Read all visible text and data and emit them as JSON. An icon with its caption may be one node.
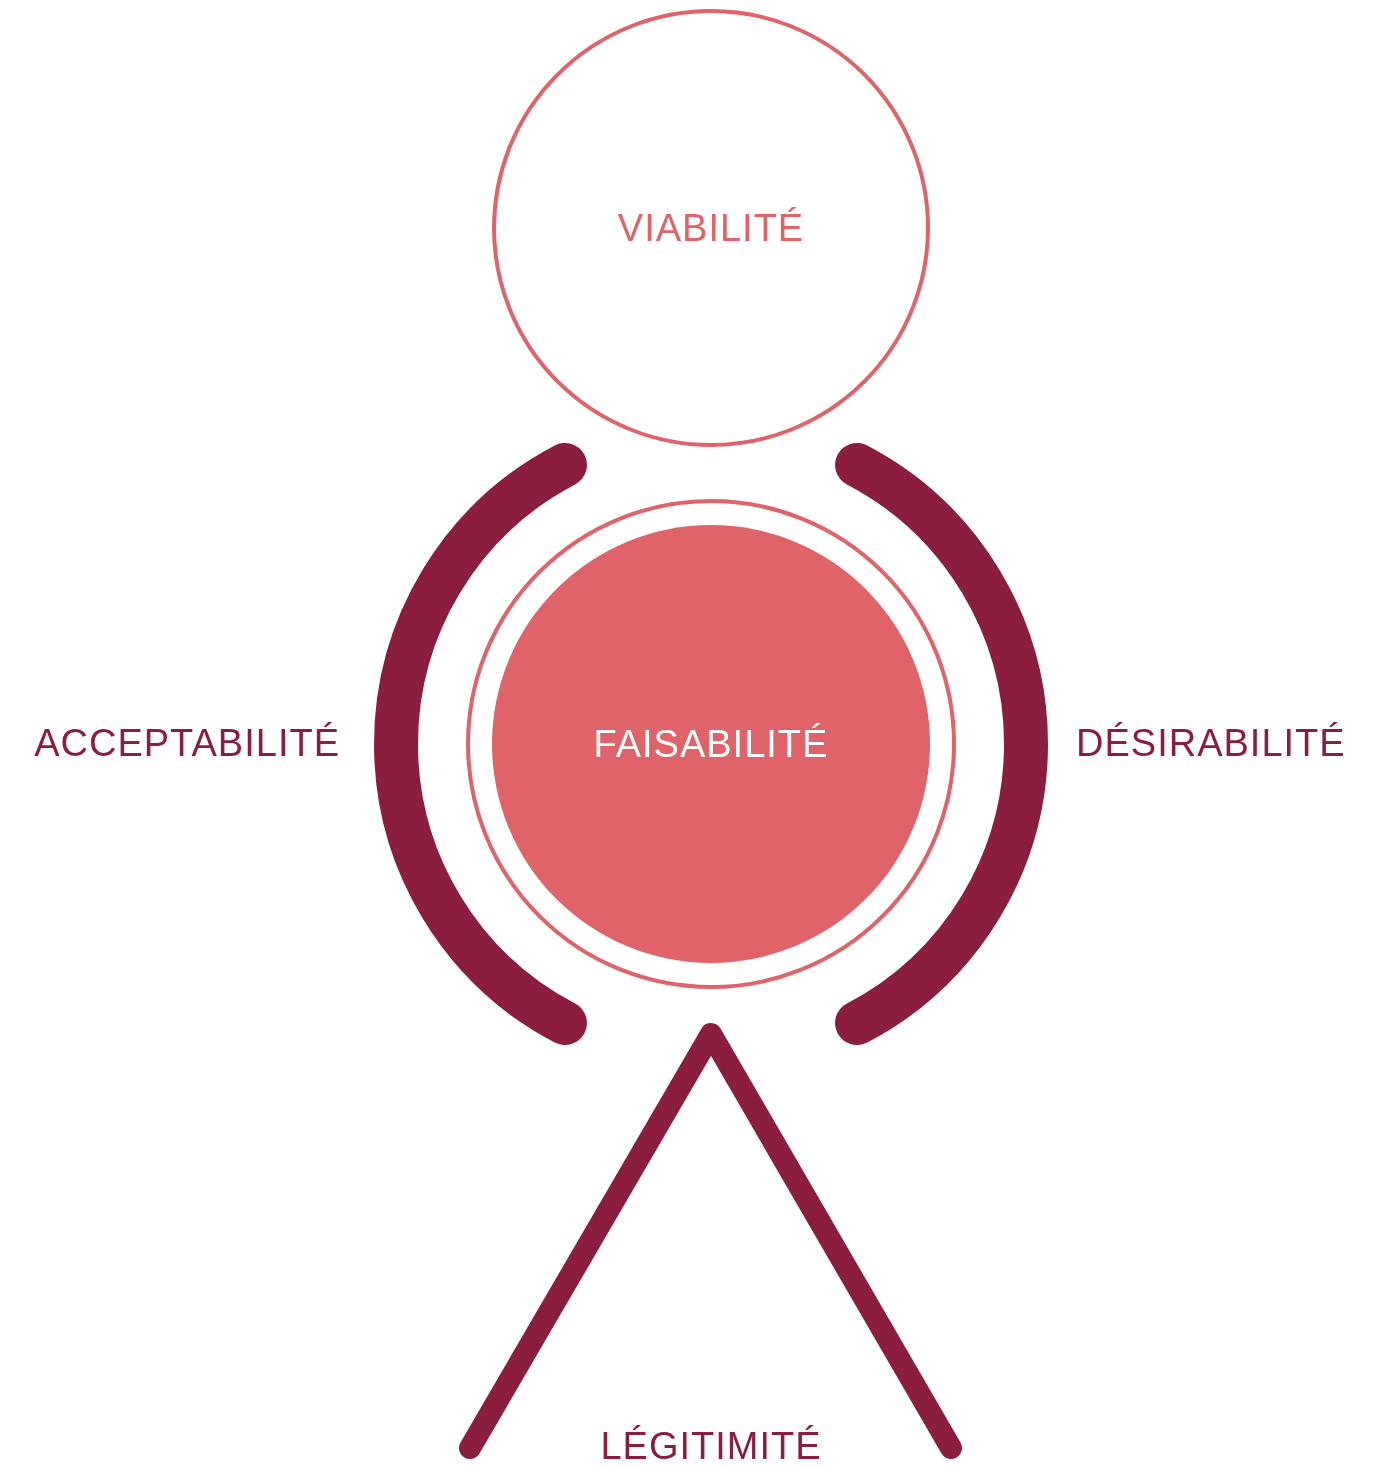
{
  "diagram": {
    "nodes": [
      {
        "text": [
          "VIABILITÉ"
        ]
      },
      {
        "text": [
          "FAISABILITÉ"
        ]
      }
    ],
    "labels": [
      "ACCEPTABILITÉ",
      "DÉSIRABILITÉ",
      "LÉGITIMITÉ"
    ]
  }
}
